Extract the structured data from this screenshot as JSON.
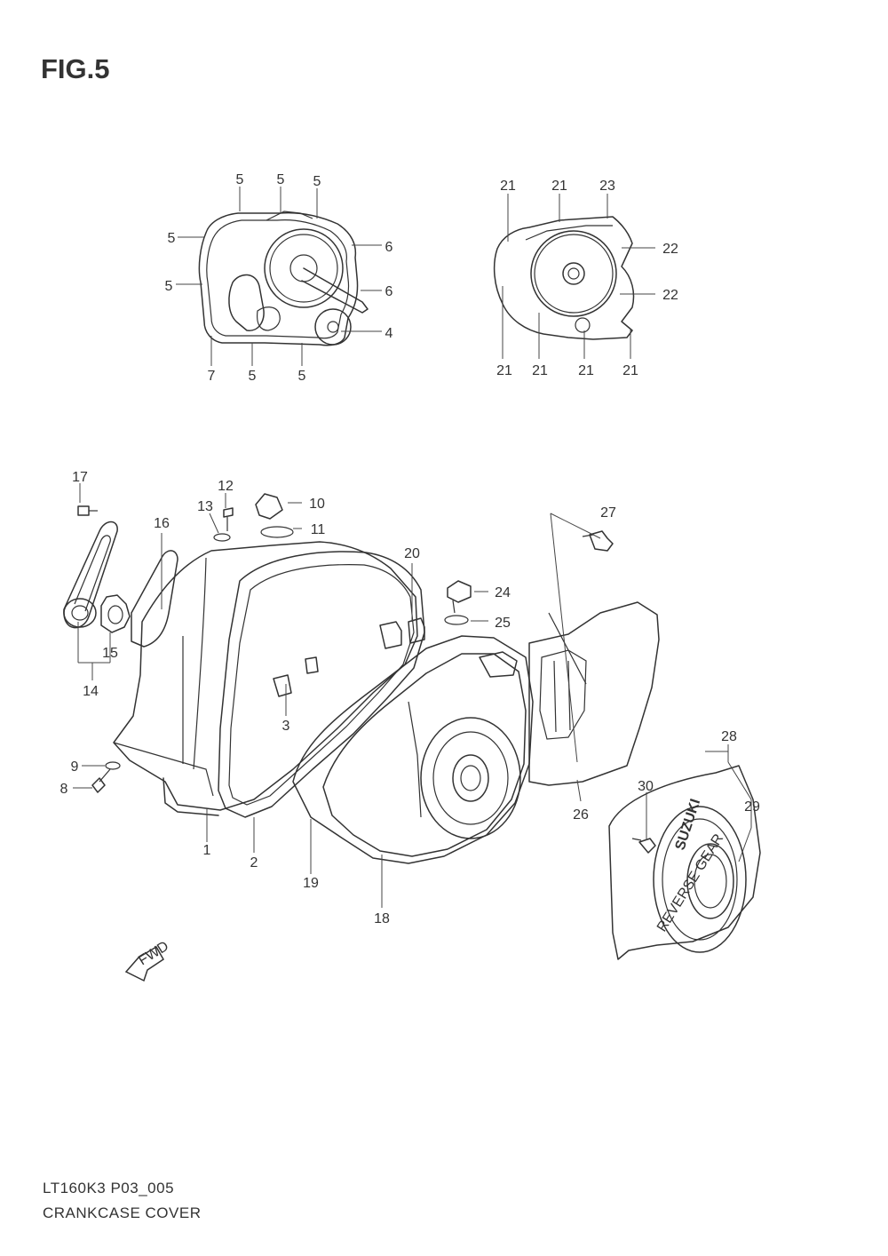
{
  "figure": {
    "title": "FIG.5"
  },
  "footer": {
    "model_code": "LT160K3 P03_005",
    "section_name": "CRANKCASE COVER"
  },
  "fwd_label": "FWD",
  "brand_mark": "SUZUKI",
  "gear_mark": "REVERSE GEAR",
  "callouts": {
    "c5a": "5",
    "c5b": "5",
    "c5c": "5",
    "c5d": "5",
    "c5e": "5",
    "c5f": "5",
    "c5g": "5",
    "c6a": "6",
    "c6b": "6",
    "c4": "4",
    "c7": "7",
    "c21a": "21",
    "c21b": "21",
    "c23": "23",
    "c22a": "22",
    "c22b": "22",
    "c21c": "21",
    "c21d": "21",
    "c21e": "21",
    "c21f": "21",
    "c17": "17",
    "c12": "12",
    "c13": "13",
    "c10": "10",
    "c11": "11",
    "c16": "16",
    "c20": "20",
    "c27": "27",
    "c24": "24",
    "c25": "25",
    "c15": "15",
    "c14": "14",
    "c3": "3",
    "c9": "9",
    "c8": "8",
    "c1": "1",
    "c2": "2",
    "c19": "19",
    "c18": "18",
    "c26": "26",
    "c28": "28",
    "c30": "30",
    "c29": "29"
  }
}
